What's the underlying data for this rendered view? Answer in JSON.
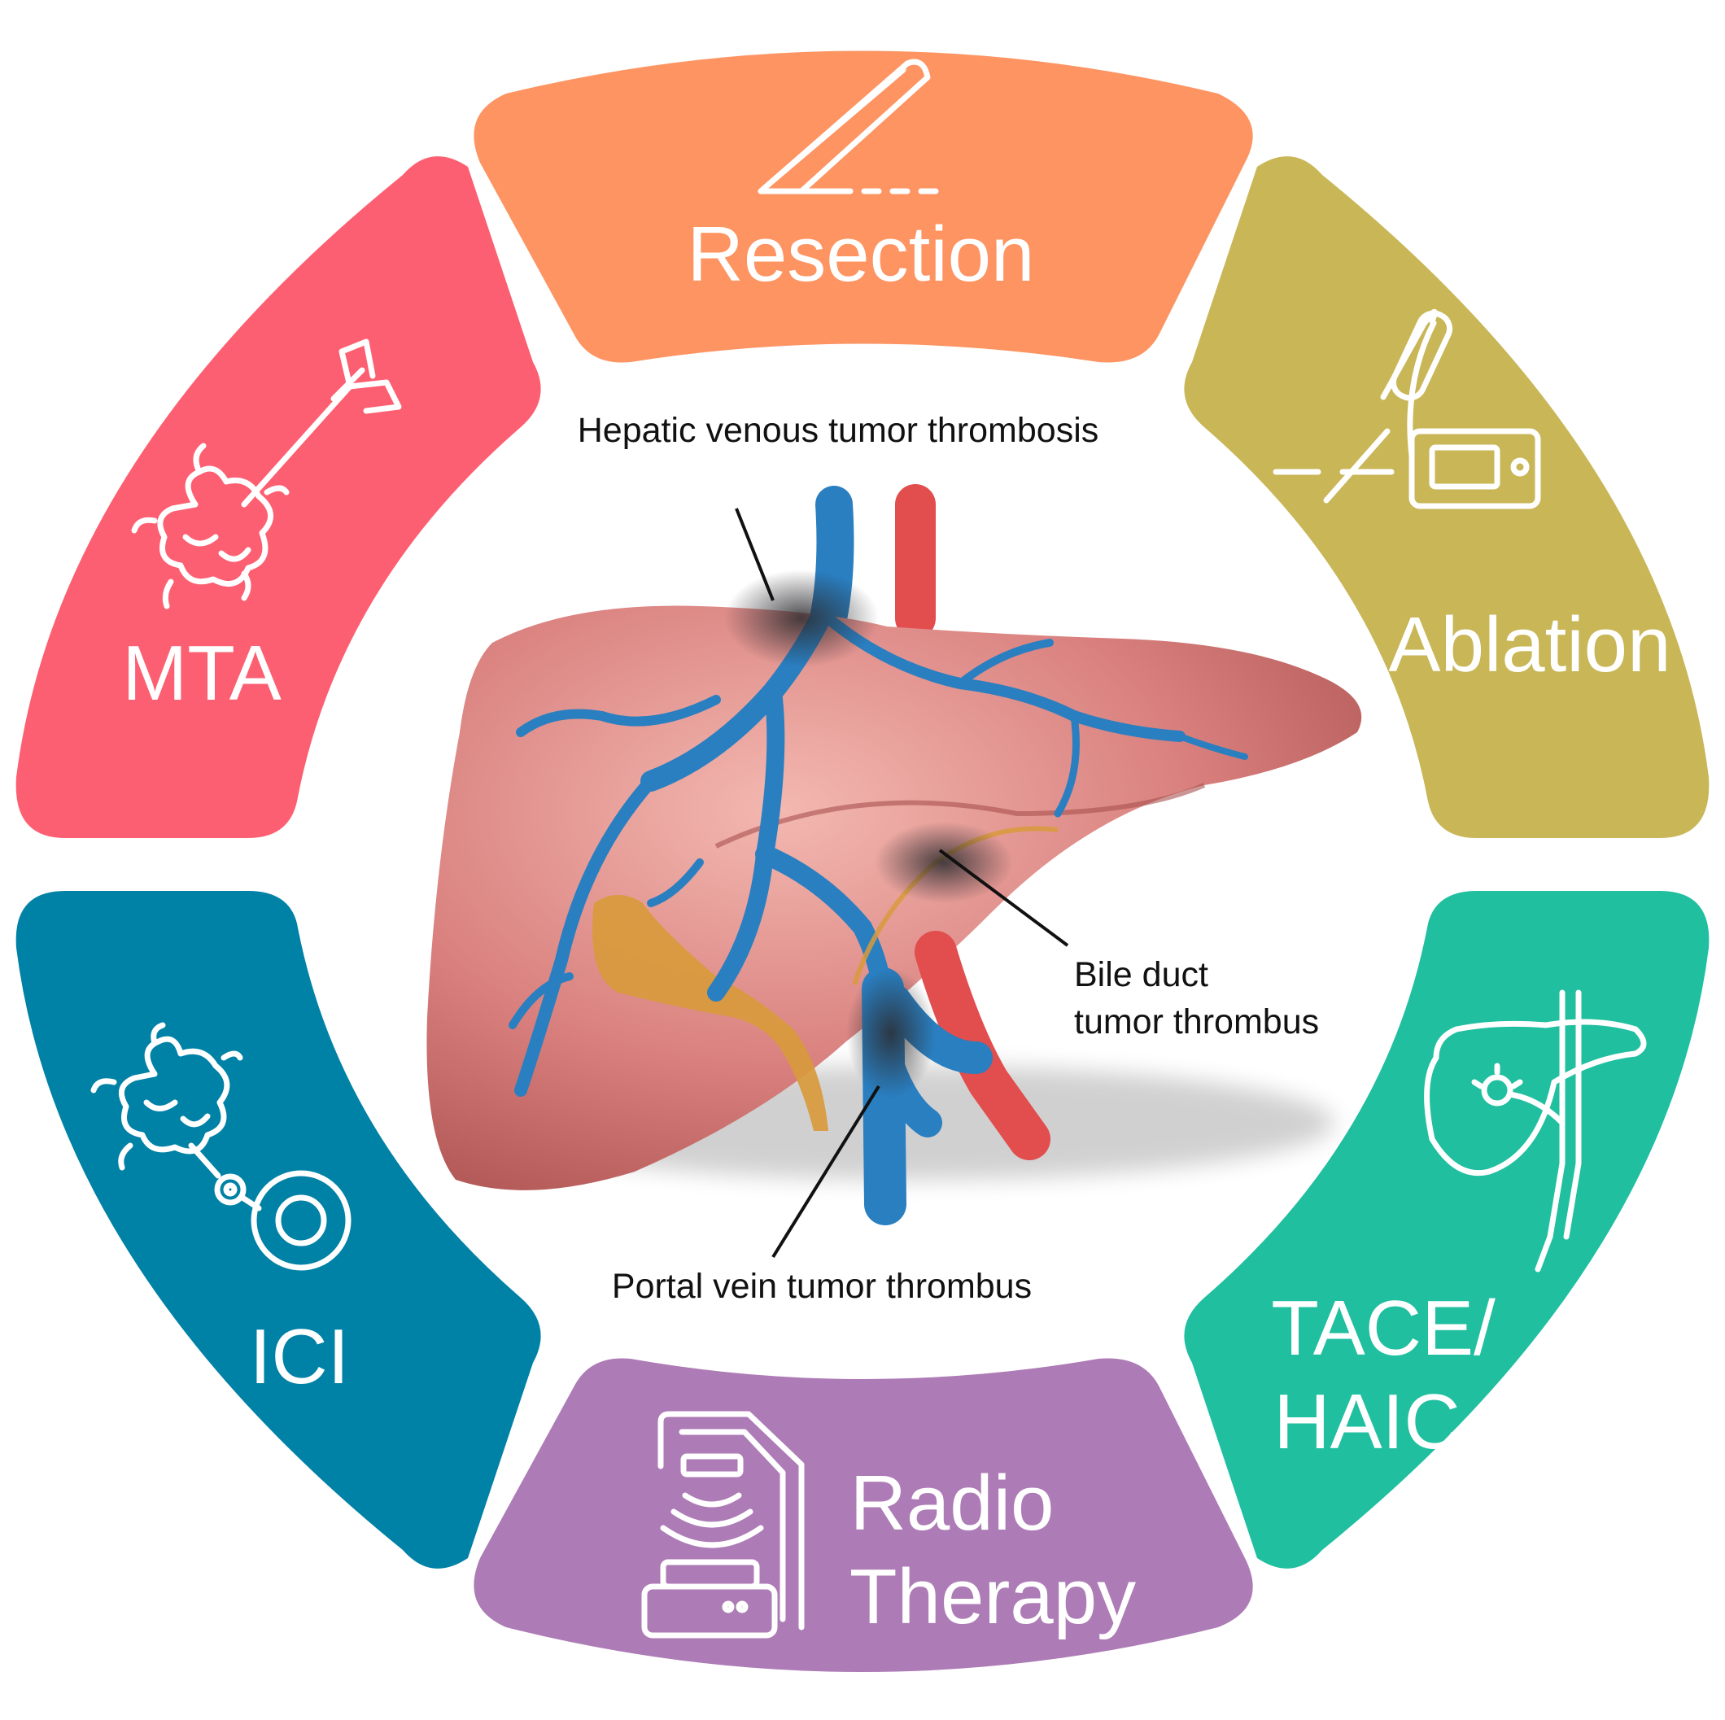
{
  "segments": {
    "resection": {
      "label": "Resection",
      "color": "#fd9462",
      "icon": "scalpel-icon"
    },
    "ablation": {
      "label": "Ablation",
      "color": "#c8b657",
      "icon": "ablation-probe-icon"
    },
    "tace": {
      "lines": [
        "TACE/",
        "HAIC"
      ],
      "color": "#1fbf9f",
      "icon": "liver-catheter-icon"
    },
    "radio": {
      "lines": [
        "Radio",
        "Therapy"
      ],
      "color": "#ad7bb6",
      "icon": "radiotherapy-machine-icon"
    },
    "ici": {
      "label": "ICI",
      "color": "#0081a6",
      "icon": "tumor-immune-cell-icon"
    },
    "mta": {
      "label": "MTA",
      "color": "#fd5f72",
      "icon": "targeted-arrow-tumor-icon"
    }
  },
  "annotations": {
    "hepatic_venous": "Hepatic venous tumor thrombosis",
    "bile_duct": [
      "Bile duct",
      "tumor thrombus"
    ],
    "portal_vein": "Portal vein tumor thrombus"
  },
  "colors": {
    "liver": "#d9807e",
    "portal_vein": "#2a7fc1",
    "artery": "#e24d4d",
    "gallbladder": "#d89a3c",
    "thrombus": "#2b2b2f"
  }
}
